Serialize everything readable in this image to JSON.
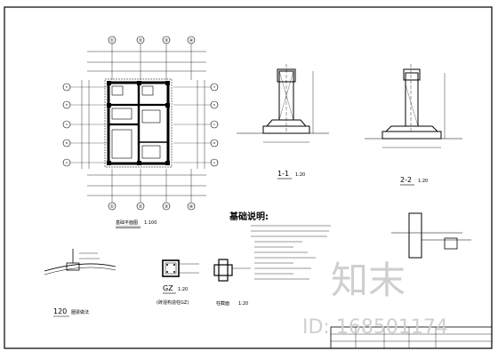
{
  "plan": {
    "title": "基础平面图",
    "scale": "1:100",
    "axes_top": [
      "①",
      "②",
      "③",
      "④"
    ],
    "axes_bottom": [
      "①",
      "②",
      "③",
      "④"
    ],
    "axes_left": [
      "E",
      "D",
      "C",
      "B",
      "A"
    ],
    "axes_right": [
      "⑤",
      "D",
      "C",
      "B",
      "A"
    ]
  },
  "section_1": {
    "title": "1-1",
    "scale": "1:20"
  },
  "section_2": {
    "title": "2-2",
    "scale": "1:20"
  },
  "notes": {
    "heading": "基础说明:"
  },
  "detail_120": {
    "title": "120",
    "label": "圈梁做法"
  },
  "gz": {
    "title": "GZ",
    "scale": "1:20",
    "sub": "(砖混构造柱GZ)"
  },
  "column_detail": {
    "label": "柱截面",
    "scale": "1:20"
  },
  "watermark": {
    "cn": "知末",
    "id": "ID: 168501174"
  }
}
